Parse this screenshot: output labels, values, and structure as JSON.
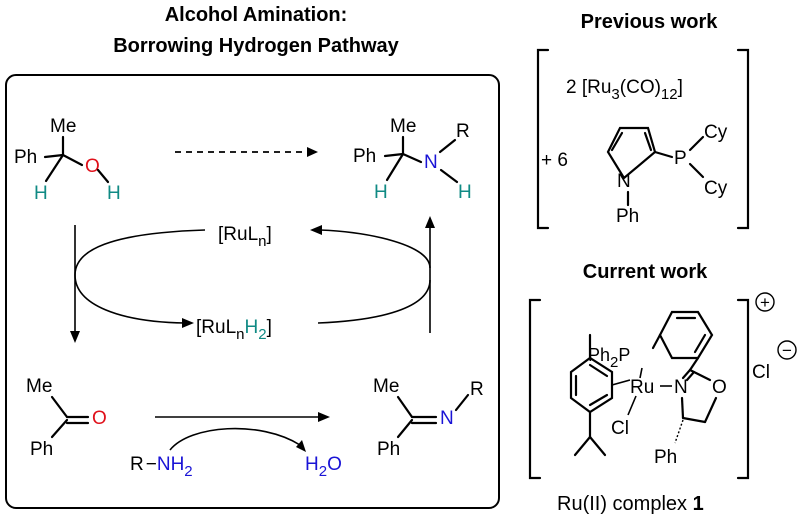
{
  "left_panel": {
    "title_line1": "Alcohol Amination:",
    "title_line2": "Borrowing Hydrogen Pathway",
    "alcohol": {
      "me": "Me",
      "ph": "Ph",
      "o": "O",
      "h1": "H",
      "h2": "H"
    },
    "amine_product": {
      "me": "Me",
      "ph": "Ph",
      "n": "N",
      "r": "R",
      "h1": "H",
      "h2": "H"
    },
    "catalyst_top": {
      "main": "[RuL",
      "sub": "n",
      "end": "]"
    },
    "catalyst_bottom": {
      "main": "[RuL",
      "sub": "n",
      "h": "H",
      "sub2": "2",
      "end": "]"
    },
    "ketone": {
      "me": "Me",
      "o": "O",
      "ph": "Ph"
    },
    "imine": {
      "me": "Me",
      "n": "N",
      "r": "R",
      "ph": "Ph"
    },
    "amine_reagent": {
      "r": "R",
      "nh": "NH",
      "sub": "2"
    },
    "water": {
      "h": "H",
      "sub": "2",
      "o": "O"
    }
  },
  "right_panel": {
    "previous_title": "Previous work",
    "prev_line1": {
      "pre": "2 [Ru",
      "sub1": "3",
      "mid": "(CO)",
      "sub2": "12",
      "end": "]"
    },
    "prev_line2": {
      "prefix": "+  6",
      "n": "N",
      "ph": "Ph",
      "p": "P",
      "cy1": "Cy",
      "cy2": "Cy"
    },
    "current_title": "Current work",
    "complex": {
      "ph2p": "Ph",
      "sub": "2",
      "p": "P",
      "ru": "Ru",
      "n": "N",
      "o": "O",
      "cl": "Cl",
      "ph": "Ph",
      "counter": "Cl",
      "plus": "+",
      "minus": "−"
    },
    "caption": {
      "text": "Ru(II) complex ",
      "num": "1"
    }
  },
  "colors": {
    "oxygen": "#e0101a",
    "nitrogen": "#1a14d6",
    "hydrogen": "#108a84"
  }
}
